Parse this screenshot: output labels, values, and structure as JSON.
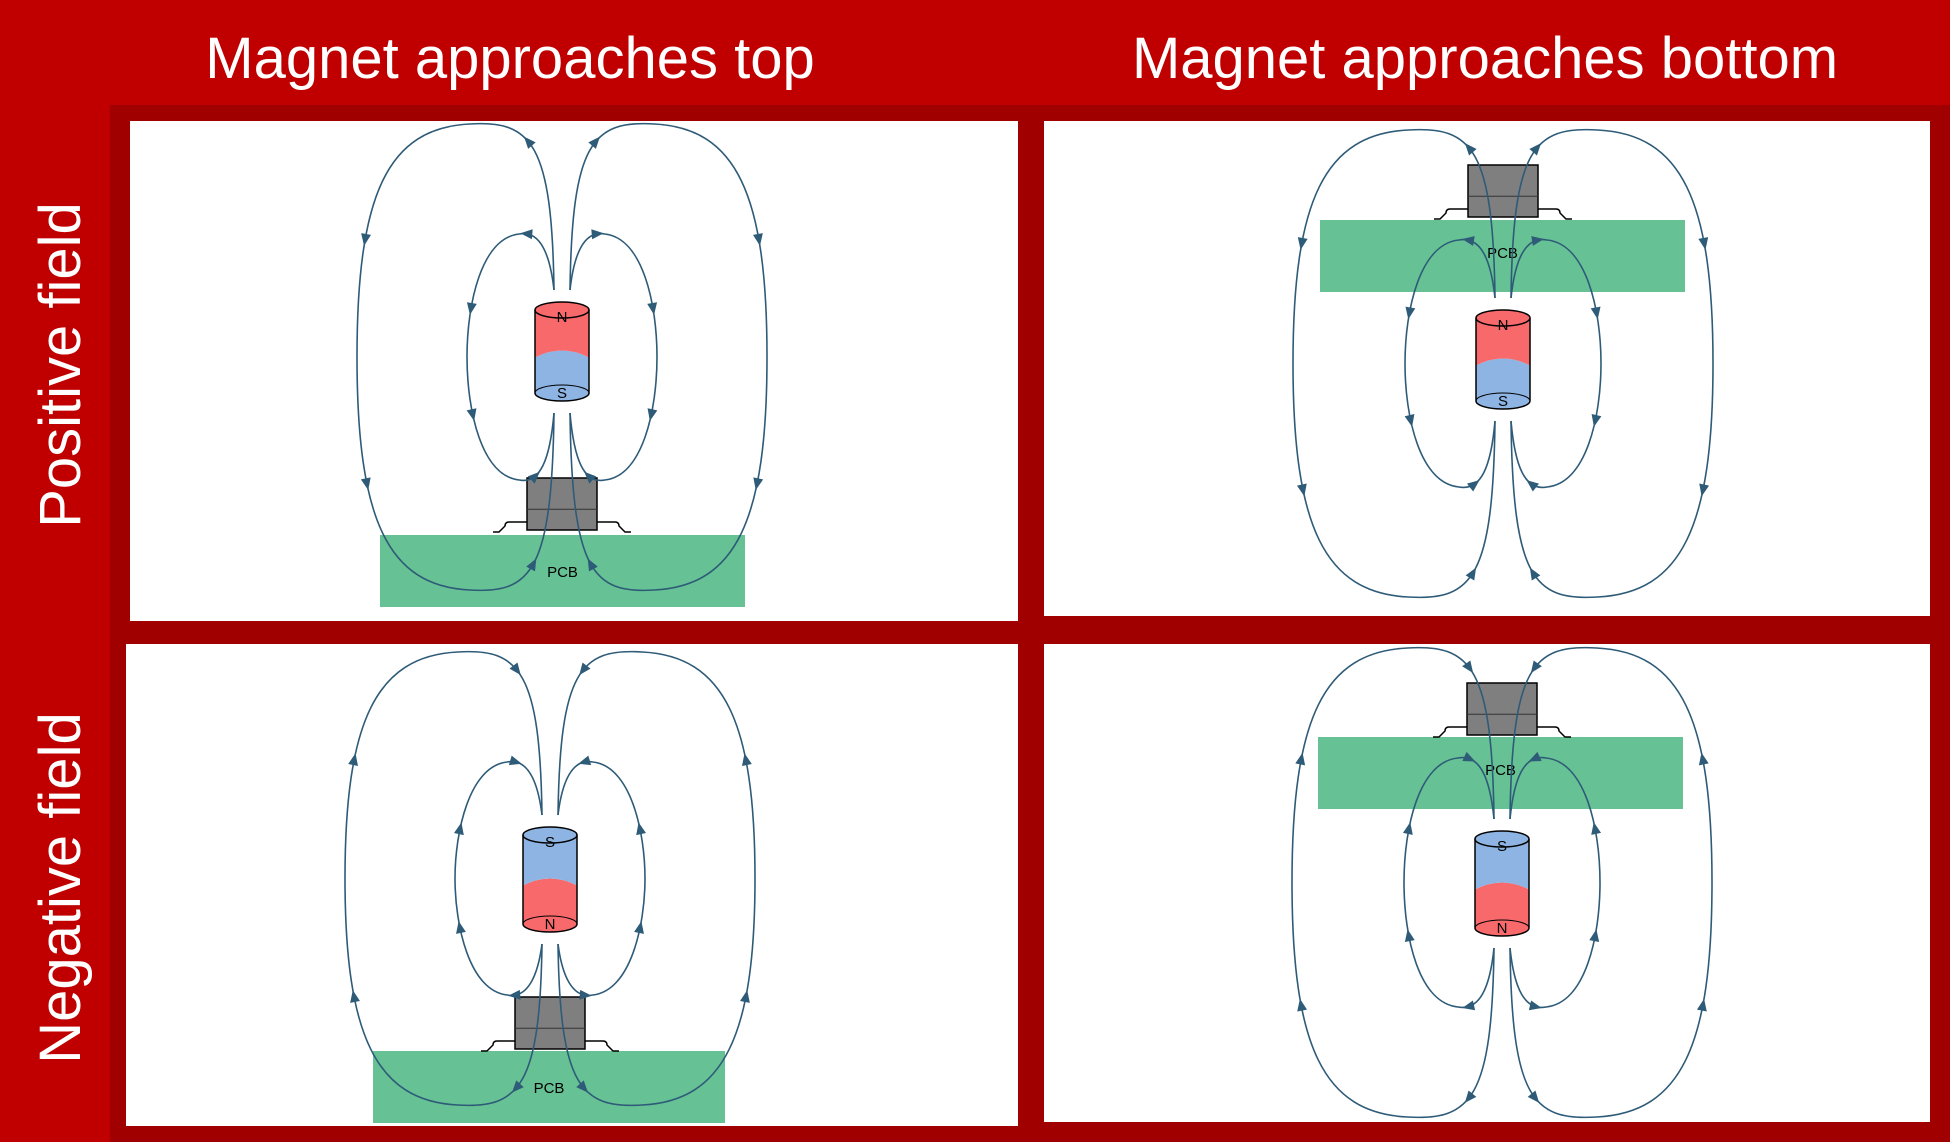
{
  "headers": {
    "col_top": "Magnet approaches top",
    "col_bottom": "Magnet approaches bottom",
    "row_positive": "Positive field",
    "row_negative": "Negative field"
  },
  "labels": {
    "pcb": "PCB",
    "north": "N",
    "south": "S"
  },
  "colors": {
    "background": "#c00000",
    "frame": "#a00000",
    "panel": "#ffffff",
    "pcb": "#66c194",
    "ic_body": "#7f7f7f",
    "magnet_north": "#f8696b",
    "magnet_south": "#8db4e2",
    "field_line": "#2e5b78"
  },
  "panels": [
    {
      "id": "positive-top",
      "magnet_top_pole": "N",
      "magnet_bottom_pole": "S",
      "sensor_position": "below-magnet",
      "field_direction": "out-of-north"
    },
    {
      "id": "positive-bottom",
      "magnet_top_pole": "N",
      "magnet_bottom_pole": "S",
      "sensor_position": "above-magnet",
      "field_direction": "out-of-north"
    },
    {
      "id": "negative-top",
      "magnet_top_pole": "S",
      "magnet_bottom_pole": "N",
      "sensor_position": "below-magnet",
      "field_direction": "out-of-north"
    },
    {
      "id": "negative-bottom",
      "magnet_top_pole": "S",
      "magnet_bottom_pole": "N",
      "sensor_position": "above-magnet",
      "field_direction": "out-of-north"
    }
  ]
}
